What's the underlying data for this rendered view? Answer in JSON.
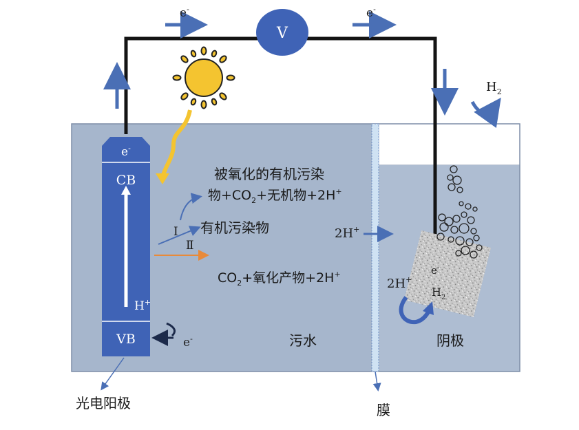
{
  "colors": {
    "tank": "#a6b6cc",
    "water": "#aebdd2",
    "electrode": "#3f63b6",
    "voltmeter": "#3f63b6",
    "wire": "#141414",
    "arrow_blue": "#4a6fb5",
    "arrow_orange": "#e88a3a",
    "sun": "#f4c430",
    "membrane": "#cfe2f3"
  },
  "labels": {
    "electron_top_left": "e",
    "electron_top_right": "e",
    "electron_sup": "-",
    "voltmeter": "V",
    "h2_top": "H",
    "h2_top_sub": "2",
    "electrode_e": "e",
    "electrode_e_sup": "-",
    "cb": "CB",
    "vb": "VB",
    "h_plus": "H",
    "h_plus_sup": "+",
    "vb_e": "e",
    "vb_e_sup": "-",
    "oxidized_line1": "被氧化的有机污染",
    "oxidized_line2_a": "物+CO",
    "oxidized_line2_sub": "2",
    "oxidized_line2_b": "+无机物+2H",
    "oxidized_line2_sup": "+",
    "path_1": "Ⅰ",
    "path_2": "Ⅱ",
    "organic": "有机污染物",
    "co2_a": "CO",
    "co2_sub": "2",
    "co2_b": "+氧化产物+2H",
    "co2_sup": "+",
    "membrane_2h_a": "2H",
    "membrane_2h_sup": "+",
    "cathode_e": "e",
    "cathode_e_sup": "-",
    "cathode_2h_a": "2H",
    "cathode_2h_sup": "+",
    "cathode_h2": "H",
    "cathode_h2_sub": "2",
    "wastewater": "污水",
    "cathode": "阴极",
    "photoanode": "光电阳极",
    "membrane": "膜"
  }
}
